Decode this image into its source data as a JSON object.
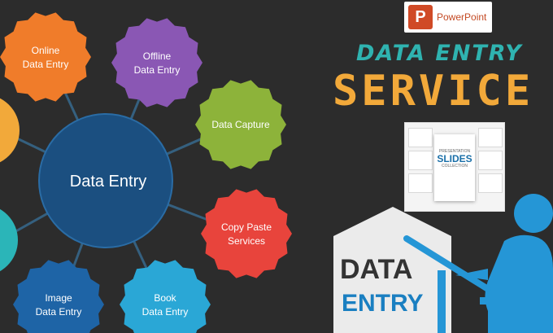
{
  "badge": {
    "app_name": "PowerPoint",
    "logo_letter": "P"
  },
  "heading": {
    "line1": "DATA ENTRY",
    "line2": "SERVICE"
  },
  "thumbnail": {
    "line1": "PRESENTATION",
    "line2": "SLIDES",
    "line3": "COLLECTION"
  },
  "diagram": {
    "center_label": "Data Entry",
    "nodes": [
      {
        "line1": "Online",
        "line2": "Data Entry",
        "color": "#f07c2a"
      },
      {
        "line1": "Offline",
        "line2": "Data Entry",
        "color": "#8a57b4"
      },
      {
        "line1": "Data Capture",
        "line2": "",
        "color": "#8db33a"
      },
      {
        "line1": "Copy Paste",
        "line2": "Services",
        "color": "#e8443c"
      },
      {
        "line1": "Book",
        "line2": "Data Entry",
        "color": "#2aa7d6"
      },
      {
        "line1": "Image",
        "line2": "Data Entry",
        "color": "#1e64a6"
      }
    ],
    "center_color": "#1b4f80",
    "connector_color": "#35607f"
  },
  "sign": {
    "line1": "DATA",
    "line2": "ENTRY"
  },
  "colors": {
    "heading_teal": "#2fb3b0",
    "heading_orange": "#f2a93a",
    "figure_blue": "#2596d6"
  }
}
